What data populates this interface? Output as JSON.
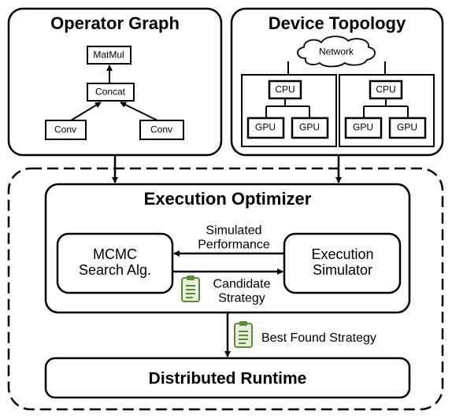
{
  "operator_graph": {
    "title": "Operator Graph",
    "matmul": "MatMul",
    "concat": "Concat",
    "conv_left": "Conv",
    "conv_right": "Conv"
  },
  "device_topology": {
    "title": "Device Topology",
    "network": "Network",
    "node_left": {
      "cpu": "CPU",
      "gpu_1": "GPU",
      "gpu_2": "GPU"
    },
    "node_right": {
      "cpu": "CPU",
      "gpu_1": "GPU",
      "gpu_2": "GPU"
    }
  },
  "execution_optimizer": {
    "title": "Execution Optimizer",
    "mcmc": "MCMC Search Alg.",
    "mcmc_line1": "MCMC",
    "mcmc_line2": "Search Alg.",
    "simulator_line1": "Execution",
    "simulator_line2": "Simulator",
    "simulated_line1": "Simulated",
    "simulated_line2": "Performance",
    "candidate_line1": "Candidate",
    "candidate_line2": "Strategy"
  },
  "best_found_strategy": "Best Found Strategy",
  "distributed_runtime": "Distributed Runtime",
  "icons": [
    "clipboard-icon",
    "cloud-icon",
    "arrow-icon"
  ],
  "colors": {
    "stroke": "#000000",
    "clipboard_green": "#5a8a3c",
    "clipboard_fill": "#e8f0dc"
  }
}
